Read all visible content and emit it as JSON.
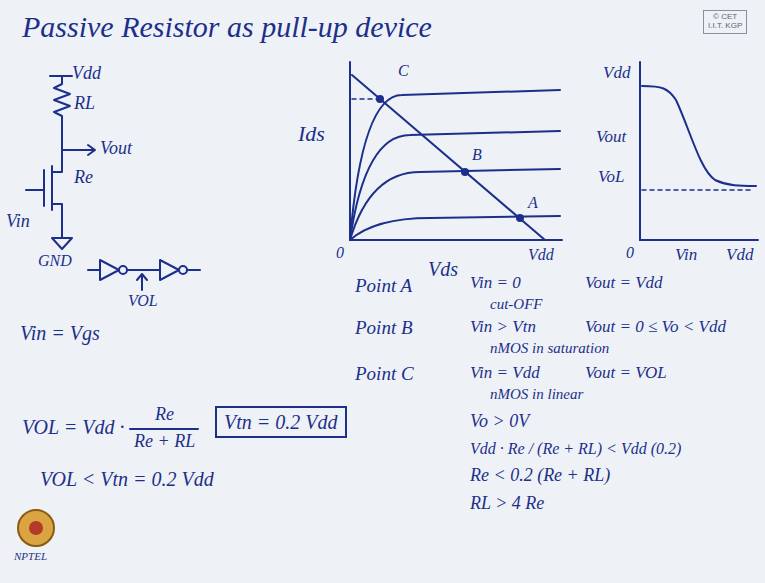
{
  "diagram": {
    "title": "Passive Resistor as pull-up device",
    "nodes": [
      {
        "text": [
          "© CET",
          "I.I.T. KGP"
        ]
      },
      {
        "text": [
          "Vtn = 0.2 Vdd"
        ]
      }
    ],
    "labels": [
      "Vdd",
      "RL",
      "Vout",
      "Re",
      "Vin",
      "GND",
      "VOL",
      "Ids",
      "C",
      "B",
      "A",
      "0",
      "Vdd",
      "Vds",
      "Vdd",
      "Vout",
      "VoL",
      "0",
      "Vin",
      "Vdd",
      "Vin = Vgs",
      "Point A",
      "Vin = 0",
      "Vout = Vdd",
      "cut-OFF",
      "Point B",
      "Vin > Vtn",
      "Vout = 0 ≤ Vo < Vdd",
      "nMOS in saturation",
      "Point C",
      "Vin = Vdd",
      "Vout = VOL",
      "nMOS in linear",
      "VOL = Vdd ·",
      "Re",
      "Re + RL",
      "VOL < Vtn = 0.2 Vdd",
      "Vo > 0V",
      "Vdd · Re / (Re + RL) < Vdd (0.2)",
      "Re < 0.2 (Re + RL)",
      "RL > 4 Re",
      "NPTEL"
    ]
  }
}
